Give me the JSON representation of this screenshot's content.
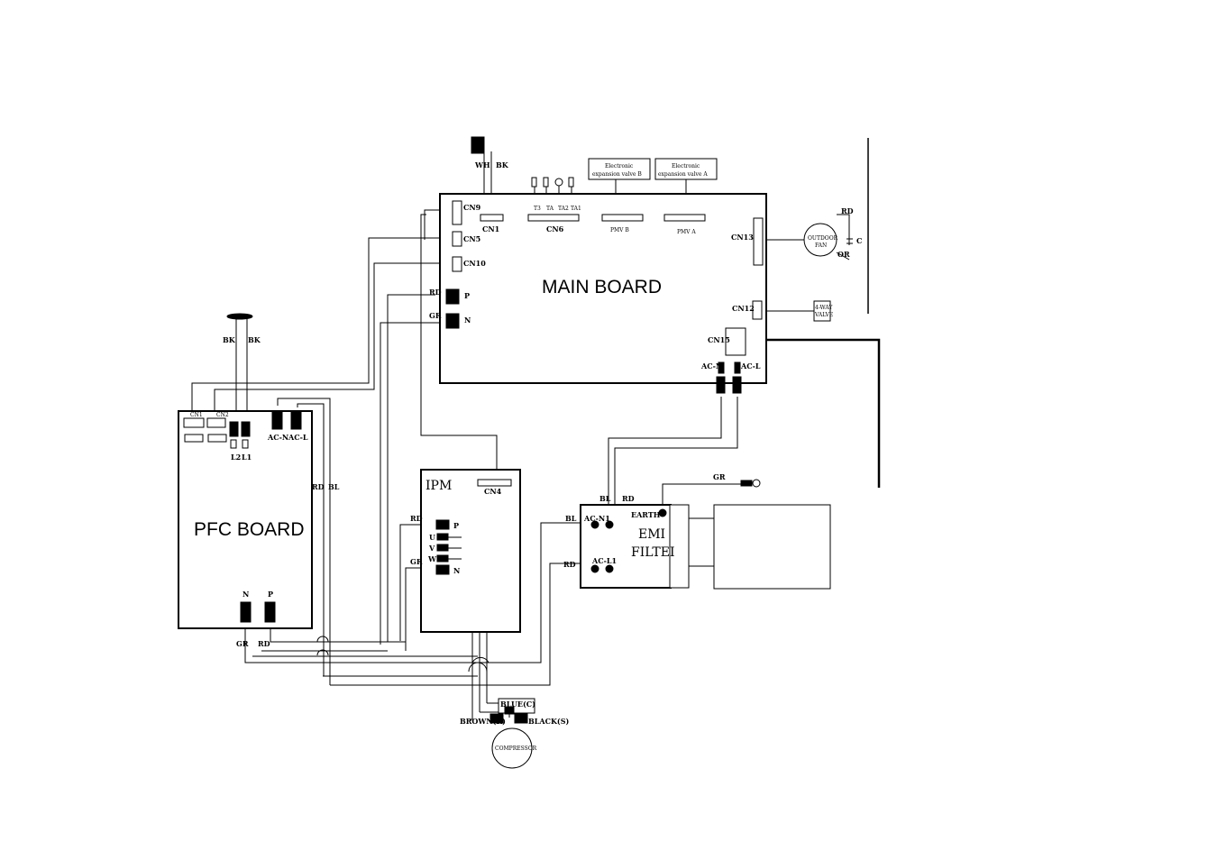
{
  "boards": {
    "main": "MAIN BOARD",
    "pfc": "PFC BOARD",
    "ipm": "IPM",
    "emi_line1": "EMI",
    "emi_line2": "FILTEI",
    "compressor": "COMPRESSOR",
    "outdoor_fan_line1": "OUTDOOR",
    "outdoor_fan_line2": "FAN",
    "four_way_valve_line1": "4-WAY",
    "four_way_valve_line2": "VALVE"
  },
  "main_connectors": {
    "cn9": "CN9",
    "cn5": "CN5",
    "cn10": "CN10",
    "p": "P",
    "n": "N",
    "cn1": "CN1",
    "cn6": "CN6",
    "pmv_b": "PMV B",
    "pmv_a": "PMV A",
    "cn13": "CN13",
    "cn12": "CN12",
    "cn15": "CN15",
    "ac_n": "AC-N",
    "ac_l": "AC-L"
  },
  "cn6_sensors": [
    "T3",
    "TA",
    "TA2",
    "TA1"
  ],
  "valve_b": {
    "line1": "Electronic",
    "line2": "expansion valve B"
  },
  "valve_a": {
    "line1": "Electronic",
    "line2": "expansion valve A"
  },
  "pfc_connectors": {
    "cn1": "CN1",
    "cn2": "CN2",
    "l2": "L2",
    "l1": "L1",
    "ac_n": "AC-N",
    "ac_l": "AC-L",
    "n": "N",
    "p": "P"
  },
  "ipm_connectors": {
    "cn4": "CN4",
    "p": "P",
    "u": "U",
    "v": "V",
    "w": "W",
    "n": "N"
  },
  "emi_terminals": {
    "earth": "EARTH",
    "ac_n1": "AC-N1",
    "ac_l1": "AC-L1"
  },
  "wire_labels": {
    "wh": "WH",
    "bk_top": "BK",
    "bk_left": "BK",
    "bk_right": "BK",
    "rd_main_p": "RD",
    "gr_main_n": "GR",
    "rd_pfc": "RD",
    "bl_pfc": "BL",
    "rd_ipm_p": "RD",
    "gr_ipm_n": "GR",
    "gr_pfc_n": "GR",
    "rd_pfc_p": "RD",
    "bl_emi_top": "BL",
    "rd_emi_top": "RD",
    "bl_emi_n": "BL",
    "rd_emi_l": "RD",
    "gr_earth": "GR",
    "rd_fan": "RD",
    "or_fan": "OR",
    "c_fan": "C"
  },
  "compressor_terminals": {
    "blue": "BLUE(C)",
    "brown": "BROWN(R)",
    "black": "BLACK(S)"
  }
}
